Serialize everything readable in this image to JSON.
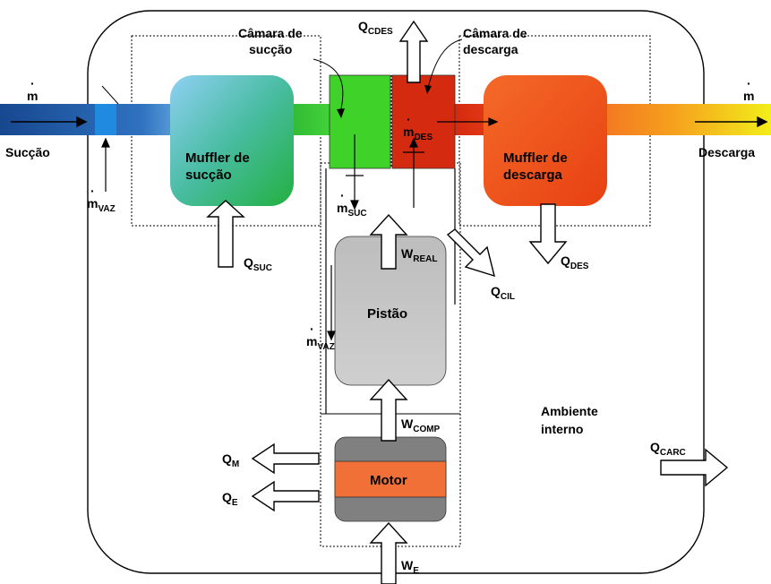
{
  "chart_data": {
    "type": "diagram",
    "title": "",
    "components": [
      "Muffler de sucção",
      "Câmara de sucção",
      "Câmara de descarga",
      "Muffler de descarga",
      "Pistão",
      "Motor"
    ]
  },
  "labels": {
    "m_dot": "m",
    "suction_inlet": "Sucção",
    "discharge_outlet": "Descarga",
    "muffler_suc_line1": "Muffler de",
    "muffler_suc_line2": "sucção",
    "muffler_des_line1": "Muffler de",
    "muffler_des_line2": "descarga",
    "camara_suc_line1": "Câmara de",
    "camara_suc_line2": "sucção",
    "camara_des_line1": "Câmara de",
    "camara_des_line2": "descarga",
    "piston": "Pistão",
    "motor": "Motor",
    "ambient_line1": "Ambiente",
    "ambient_line2": "interno"
  },
  "symbols": {
    "m_vaz_1": {
      "base": "m",
      "sub": "VAZ"
    },
    "m_vaz_2": {
      "base": "m",
      "sub": "VAZ"
    },
    "m_suc": {
      "base": "m",
      "sub": "SUC"
    },
    "m_des": {
      "base": "m",
      "sub": "DES"
    },
    "q_cdes": {
      "base": "Q",
      "sub": "CDES"
    },
    "q_suc": {
      "base": "Q",
      "sub": "SUC"
    },
    "q_des": {
      "base": "Q",
      "sub": "DES"
    },
    "q_cil": {
      "base": "Q",
      "sub": "CIL"
    },
    "q_m": {
      "base": "Q",
      "sub": "M"
    },
    "q_e": {
      "base": "Q",
      "sub": "E"
    },
    "q_carc": {
      "base": "Q",
      "sub": "CARC"
    },
    "w_real": {
      "base": "W",
      "sub": "REAL"
    },
    "w_comp": {
      "base": "W",
      "sub": "COMP"
    },
    "w_e": {
      "base": "W",
      "sub": "E"
    }
  },
  "colors": {
    "pipe_inlet": "#1f4e9c",
    "muffler_suc_top": "#7ec6ee",
    "muffler_suc_bottom": "#2bb54a",
    "chamber_suc": "#33cc22",
    "chamber_des": "#d42a10",
    "muffler_des": "#f2551e",
    "outlet_end": "#f2ec1a",
    "piston": "#c4c4c4",
    "motor_body": "#808080",
    "motor_band": "#f07038"
  }
}
